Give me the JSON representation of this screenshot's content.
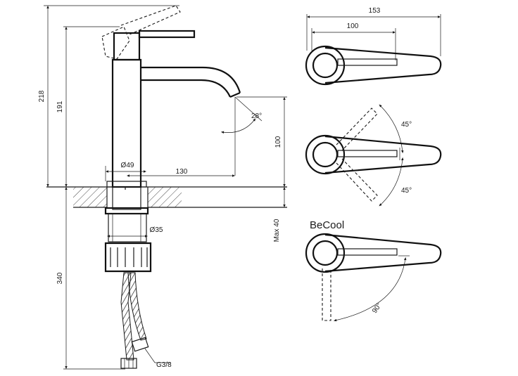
{
  "side_view": {
    "dim_218": "218",
    "dim_191": "191",
    "dim_340": "340",
    "dim_diameter_49": "Ø49",
    "dim_130": "130",
    "dim_28_deg": "28°",
    "dim_100": "100",
    "dim_max_40": "Max 40",
    "dim_diameter_35": "Ø35",
    "dim_thread": "G3/8"
  },
  "top_view": {
    "dim_153": "153",
    "dim_100": "100"
  },
  "rotation_view": {
    "angle_upper": "45°",
    "angle_lower": "45°"
  },
  "becool_view": {
    "brand_label": "BeCool",
    "angle": "90°"
  }
}
